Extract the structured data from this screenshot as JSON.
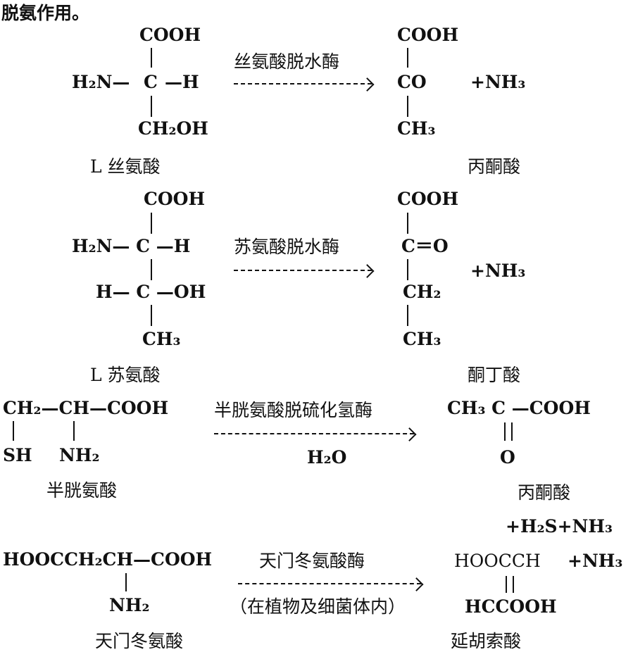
{
  "heading": "脱氨作用。",
  "reactions": [
    {
      "reactant": {
        "top": "COOH",
        "mid_left": "H₂N—",
        "mid_c": "C",
        "mid_right": "—H",
        "bottom": "CH₂OH",
        "name": "L 丝氨酸"
      },
      "enzyme": "丝氨酸脱水酶",
      "product": {
        "top": "COOH",
        "mid": "CO",
        "bottom": "CH₃",
        "extra": "+NH₃",
        "name": "丙酮酸"
      }
    },
    {
      "reactant": {
        "top": "COOH",
        "row1": "H₂N— C —H",
        "row2": "H— C —OH",
        "bottom": "CH₃",
        "name": "L 苏氨酸"
      },
      "enzyme": "苏氨酸脱水酶",
      "product": {
        "top": "COOH",
        "row1": "C＝O",
        "row2": "CH₂",
        "bottom": "CH₃",
        "extra": "+NH₃",
        "name": "酮丁酸"
      }
    },
    {
      "reactant": {
        "main": "CH₂—CH—COOH",
        "sub1": "SH",
        "sub2": "NH₂",
        "name": "半胱氨酸"
      },
      "enzyme": "半胱氨酸脱硫化氢酶",
      "condition": "H₂O",
      "product": {
        "main": "CH₃ C —COOH",
        "sub": "O",
        "name": "丙酮酸",
        "extra": "+H₂S+NH₃"
      }
    },
    {
      "reactant": {
        "main": "HOOCCH₂CH—COOH",
        "sub": "NH₂",
        "name": "天门冬氨酸"
      },
      "enzyme": "天门冬氨酸酶",
      "condition": "（在植物及细菌体内）",
      "product": {
        "top": "HOOCCH",
        "extra": "+NH₃",
        "bottom": "HCCOOH",
        "name": "延胡索酸"
      }
    }
  ]
}
